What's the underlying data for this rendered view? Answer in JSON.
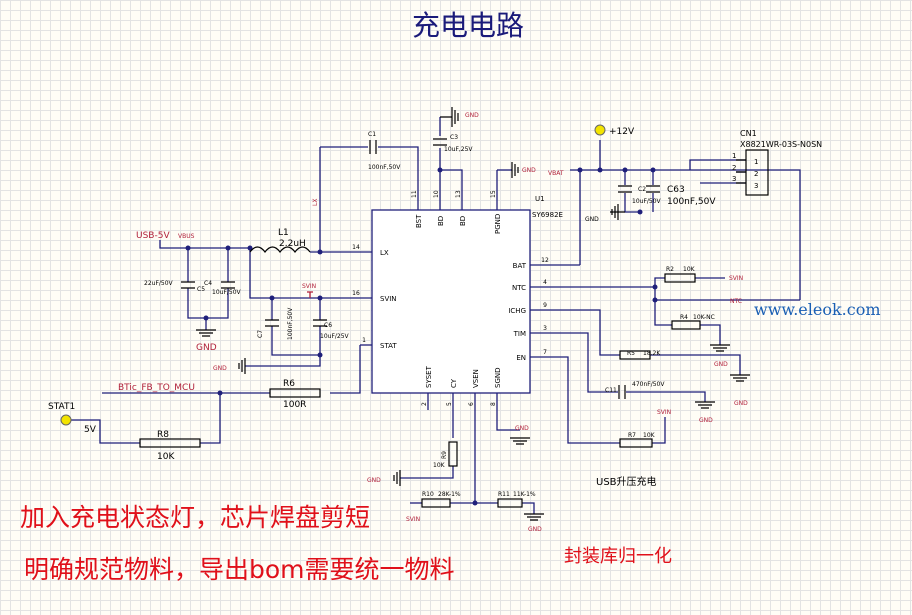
{
  "title": "充电电路",
  "watermark": "www.eleok.com",
  "notes": {
    "line1": "加入充电状态灯，芯片焊盘剪短",
    "line2": "明确规范物料，导出bom需要统一物料",
    "line3": "封装库归一化",
    "usb_boost": "USB升压充电"
  },
  "colors": {
    "wire": "#1f1f7a",
    "label_red": "#b0203a",
    "note_red": "#e0101a",
    "title_blue": "#1a1a7a",
    "watermark_blue": "#1a5fb4"
  },
  "ic": {
    "ref": "U1",
    "part": "SY6982E",
    "left_pins": [
      {
        "num": "14",
        "name": "LX"
      },
      {
        "num": "16",
        "name": "SVIN"
      },
      {
        "num": "1",
        "name": "STAT"
      }
    ],
    "right_pins": [
      {
        "num": "12",
        "name": "BAT"
      },
      {
        "num": "4",
        "name": "NTC"
      },
      {
        "num": "9",
        "name": "ICHG"
      },
      {
        "num": "3",
        "name": "TIM"
      },
      {
        "num": "7",
        "name": "EN"
      }
    ],
    "top_pins": [
      {
        "num": "11",
        "name": "BST"
      },
      {
        "num": "10",
        "name": "BD"
      },
      {
        "num": "13",
        "name": "BD"
      },
      {
        "num": "15",
        "name": "PGND"
      }
    ],
    "bottom_pins": [
      {
        "num": "2",
        "name": "SYSET"
      },
      {
        "num": "5",
        "name": "CY"
      },
      {
        "num": "6",
        "name": "VSEN"
      },
      {
        "num": "8",
        "name": "SGND"
      }
    ]
  },
  "components": {
    "c1": {
      "ref": "C1",
      "value": "100nF,50V"
    },
    "c3": {
      "ref": "C3",
      "value": "10uF,25V"
    },
    "c2": {
      "ref": "C2",
      "value": "10uF/50V"
    },
    "c63": {
      "ref": "C63",
      "value": "100nF,50V"
    },
    "c4": {
      "ref": "C4",
      "value": "10uF/50V"
    },
    "c5": {
      "ref": "C5",
      "value": "22uF/50V"
    },
    "c6": {
      "ref": "C6",
      "value": "10uF/25V"
    },
    "c7": {
      "ref": "C7",
      "value": "100nF,50V"
    },
    "c11": {
      "ref": "C11",
      "value": "470nF/50V"
    },
    "l1": {
      "ref": "L1",
      "value": "2.2uH"
    },
    "r2": {
      "ref": "R2",
      "value": "10K"
    },
    "r4": {
      "ref": "R4",
      "value": "10K-NC"
    },
    "r5": {
      "ref": "R5",
      "value": "18.2K"
    },
    "r6": {
      "ref": "R6",
      "value": "100R"
    },
    "r7": {
      "ref": "R7",
      "value": "10K"
    },
    "r8": {
      "ref": "R8",
      "value": "10K"
    },
    "r9": {
      "ref": "R9",
      "value": "10K"
    },
    "r10": {
      "ref": "R10",
      "value": "28K-1%"
    },
    "r11": {
      "ref": "R11",
      "value": "11K-1%"
    }
  },
  "connector": {
    "ref": "CN1",
    "part": "X8821WR-03S-N0SN",
    "pins": [
      "1",
      "2",
      "3"
    ],
    "side_pins": [
      "1",
      "2",
      "3"
    ]
  },
  "nets": {
    "usb5v": "USB-5V",
    "vbus": "VBUS",
    "lx": "LX",
    "svin": "SVIN",
    "vbat": "VBAT",
    "ntc": "NTC",
    "btic": "BTic_FB_TO_MCU",
    "stat1": "STAT1",
    "v5": "5V",
    "gnd": "GND",
    "plus12": "+12V"
  }
}
